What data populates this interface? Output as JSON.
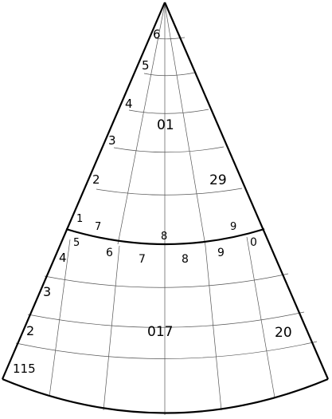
{
  "diagram": {
    "upper_zone": {
      "name": "01",
      "side_label": "29",
      "edge_ticks": [
        "6",
        "5",
        "4",
        "3",
        "2",
        "1"
      ],
      "bottom_ticks": [
        "7",
        "8",
        "9"
      ]
    },
    "lower_zone": {
      "name": "017",
      "side_label": "20",
      "edge_ticks": [
        "5",
        "4",
        "3",
        "2",
        "115"
      ],
      "top_ticks": [
        "6",
        "7",
        "8",
        "9",
        "0"
      ]
    }
  },
  "colors": {
    "line": "#000000",
    "grid": "#555555",
    "background": "#ffffff"
  }
}
